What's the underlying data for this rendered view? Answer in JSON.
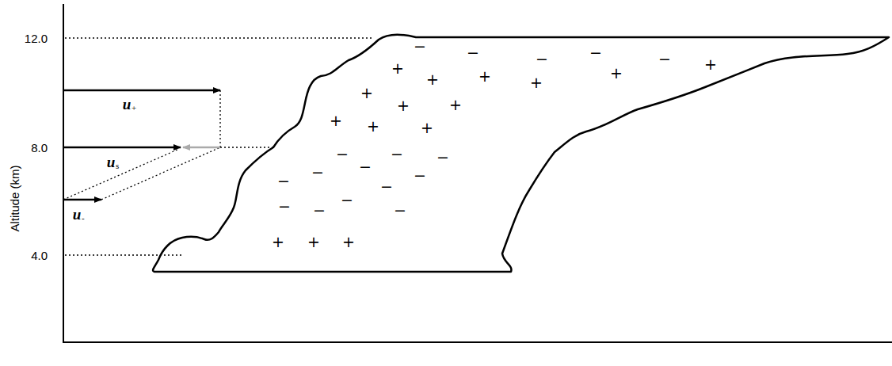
{
  "diagram": {
    "labels": [
      "12.0",
      "8.0",
      "4.0",
      "Altitude (km)",
      "u",
      "+",
      "u",
      "s",
      "u",
      "-",
      "−",
      "−",
      "−",
      "−",
      "−",
      "+",
      "+",
      "+",
      "+",
      "+",
      "+",
      "+",
      "+",
      "+",
      "+",
      "+",
      "+",
      "−",
      "−",
      "−",
      "−",
      "−",
      "−",
      "−",
      "−",
      "−",
      "−",
      "−",
      "−",
      "+",
      "+",
      "+"
    ]
  }
}
